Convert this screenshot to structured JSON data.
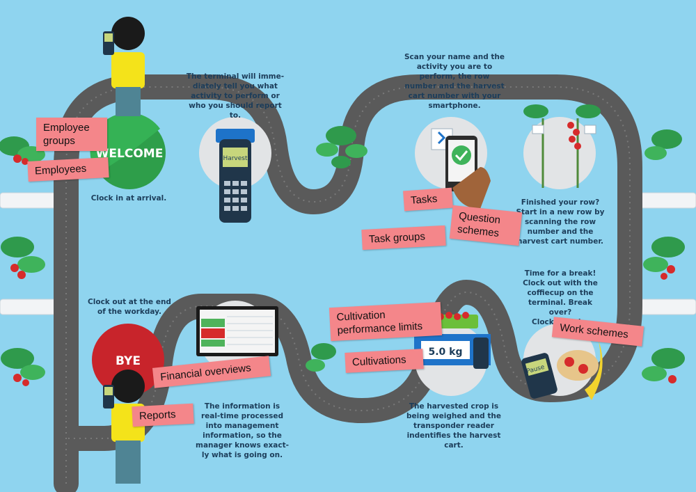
{
  "stations": {
    "welcome_label": "WELCOME",
    "bye_label": "BYE",
    "terminal_screen": "Harvest",
    "scale_readout": "5.0 kg",
    "pause_screen": "Pause"
  },
  "captions": {
    "clock_in": "Clock in at arrival.",
    "terminal": [
      "The terminal will imme-",
      "diately tell you what",
      "activity to perform or",
      "who you should report to."
    ],
    "scan": [
      "Scan your name and the",
      "activity you are to",
      "perform, the row",
      "number and the harvest",
      "cart number with your",
      "smartphone."
    ],
    "finished_row": [
      "Finished your row?",
      "Start in a new row by",
      "scanning the row",
      "number and the",
      "harvest cart number."
    ],
    "break": [
      "Time for a break!",
      "Clock out with the",
      "coffiecup on the",
      "terminal. Break over?",
      "Clock back in."
    ],
    "weighed": [
      "The harvested crop is",
      "being weighed and the",
      "transponder reader",
      "indentifies the harvest",
      "cart."
    ],
    "realtime": [
      "The information is",
      "real-time processed",
      "into management",
      "information, so the",
      "manager knows exact-",
      "ly what is going on."
    ],
    "clock_out": [
      "Clock out at the end",
      "of the workday."
    ]
  },
  "tags": {
    "employee_groups": [
      "Employee",
      "groups"
    ],
    "employees": "Employees",
    "tasks": "Tasks",
    "task_groups": "Task groups",
    "question_schemes": [
      "Question",
      "schemes"
    ],
    "cultivation_limits": [
      "Cultivation",
      "performance limits"
    ],
    "cultivations": "Cultivations",
    "work_schemes": "Work schemes",
    "financial_overviews": "Financial overviews",
    "reports": "Reports"
  },
  "colors": {
    "background": "#8fd4ef",
    "road": "#5a5a5a",
    "welcome_green": "#2e9e4a",
    "bye_red": "#c8242b",
    "tag_pink": "#f4868a",
    "caption_text": "#1c3d5a"
  }
}
